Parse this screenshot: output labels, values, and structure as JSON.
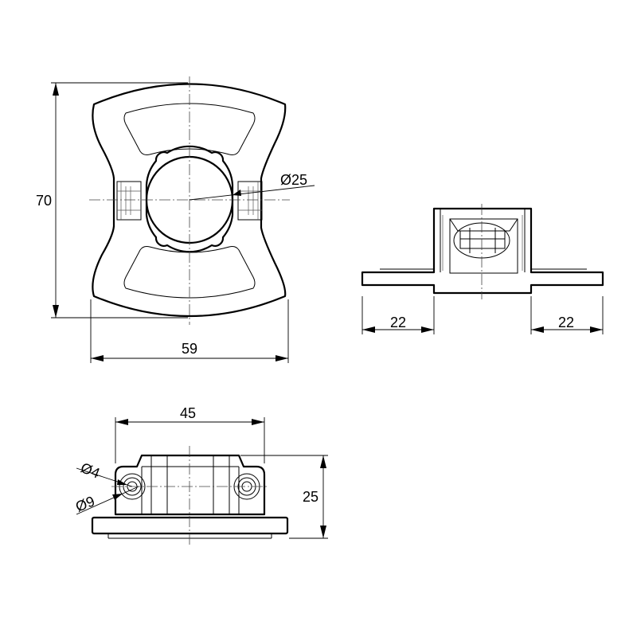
{
  "drawing": {
    "background": "#ffffff",
    "line_color": "#000000"
  },
  "dimensions": {
    "height_70": "70",
    "width_59": "59",
    "bore_dia": "Ø25",
    "flange_left": "22",
    "flange_right": "22",
    "length_45": "45",
    "height_25": "25",
    "hole_small": "Ø4",
    "hole_large": "Ø9"
  }
}
